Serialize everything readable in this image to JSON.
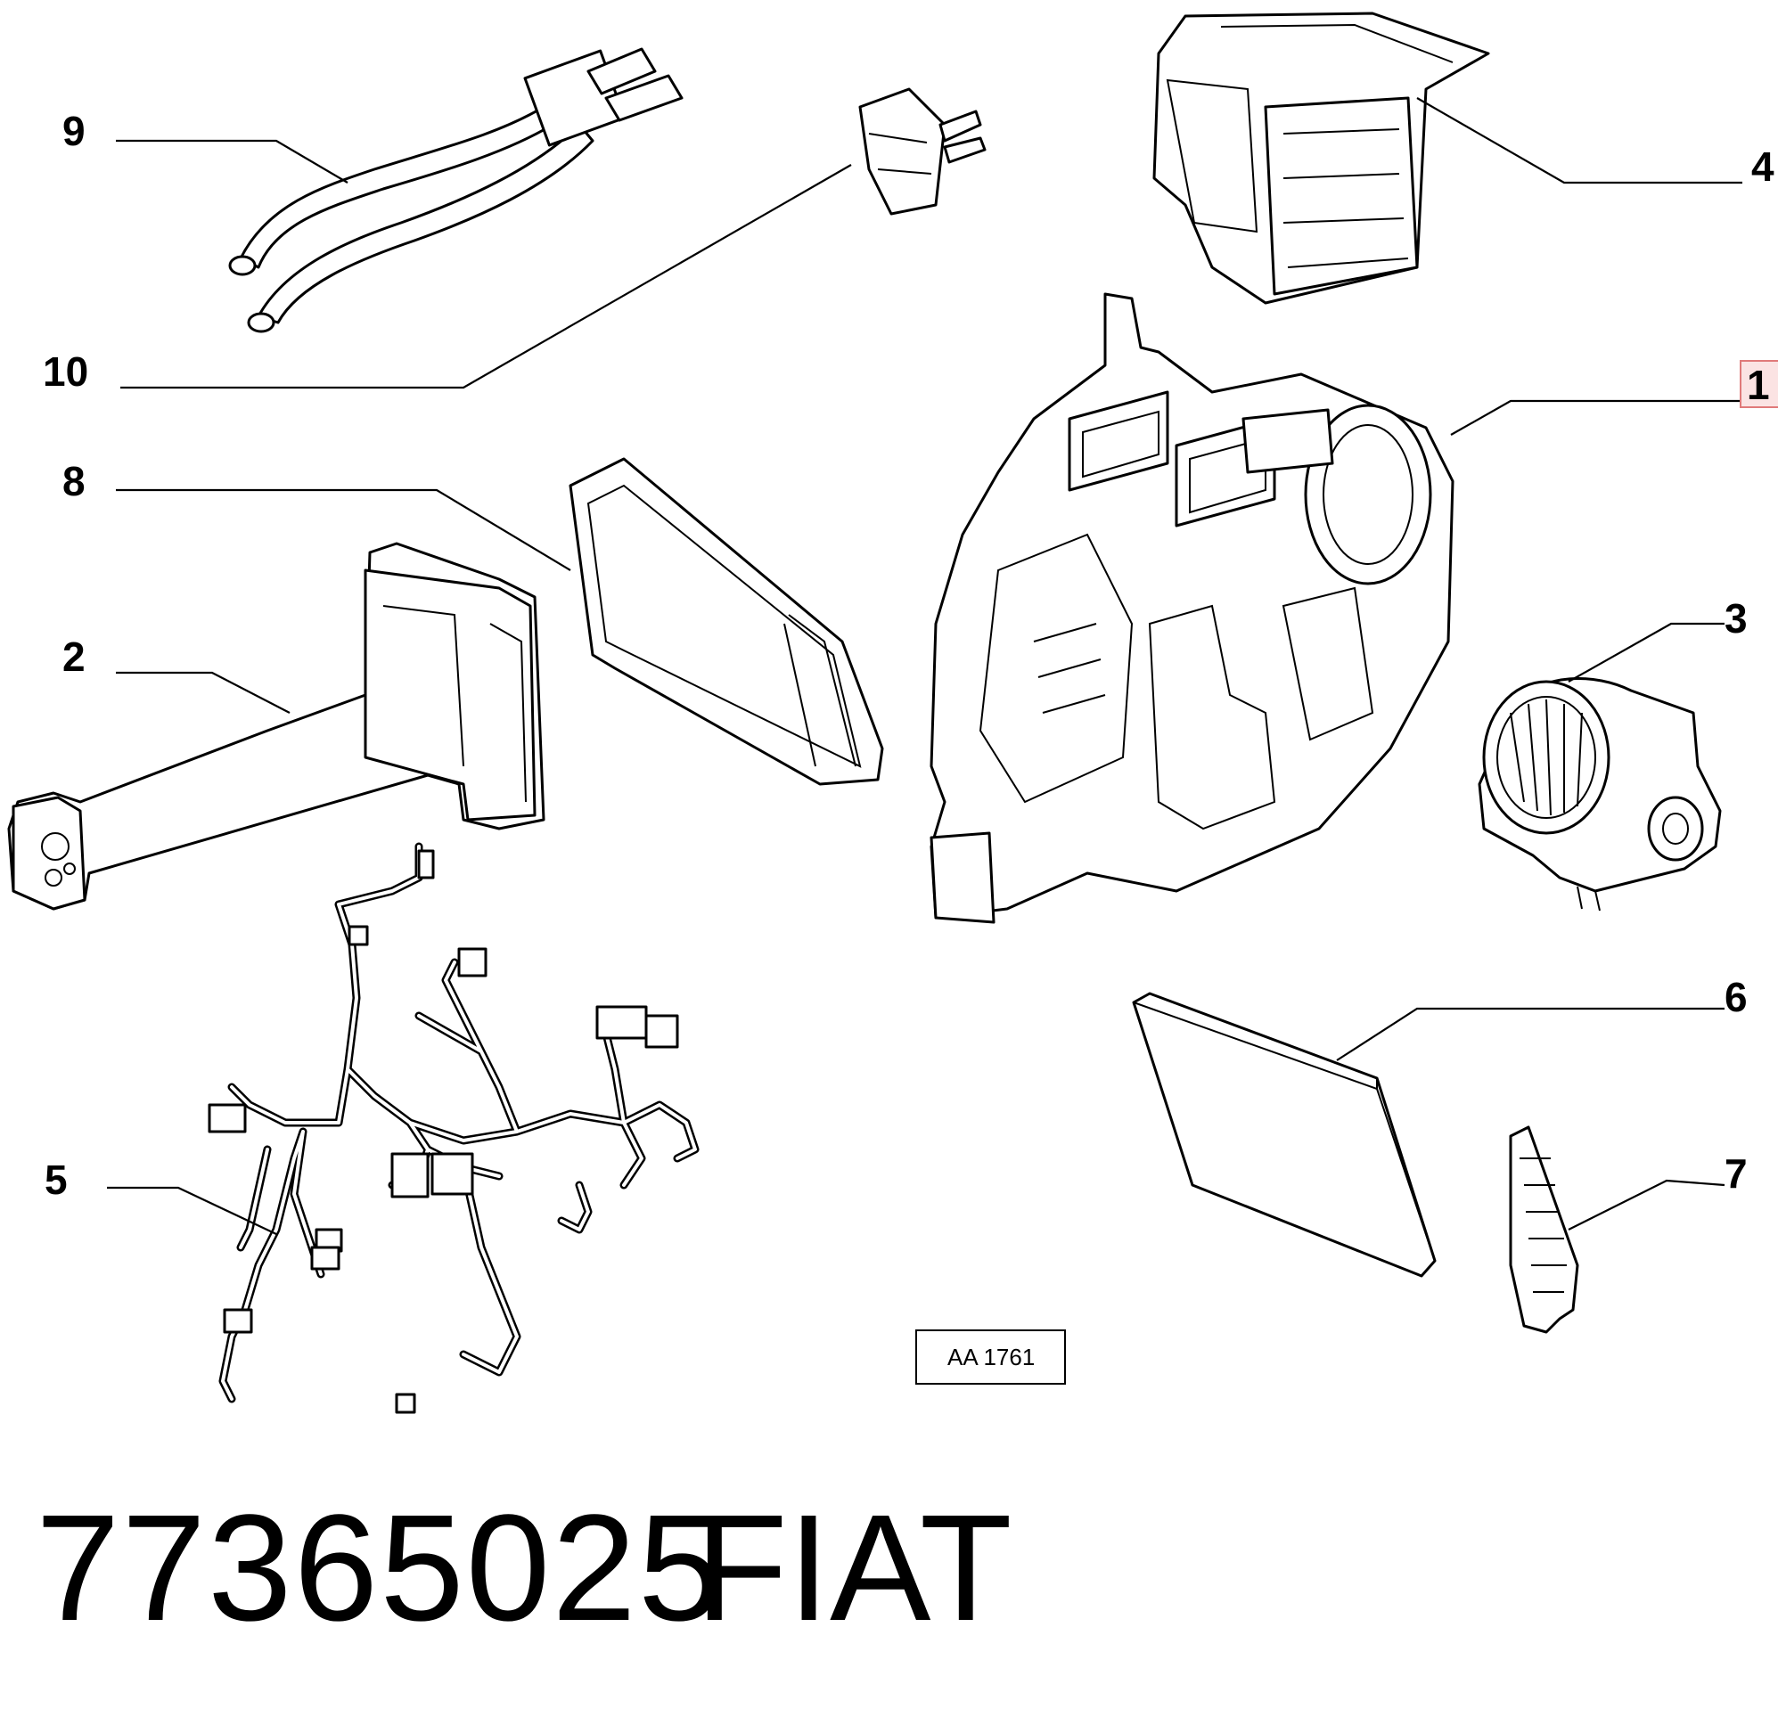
{
  "callouts": {
    "c1": "1",
    "c2": "2",
    "c3": "3",
    "c4": "4",
    "c5": "5",
    "c6": "6",
    "c7": "7",
    "c8": "8",
    "c9": "9",
    "c10": "10"
  },
  "highlight_color": "#e07a7a",
  "highlight_fill": "#fbe3e3",
  "drawing_code": "AA 1761",
  "part_number": "77365025",
  "manufacturer": "FIAT"
}
